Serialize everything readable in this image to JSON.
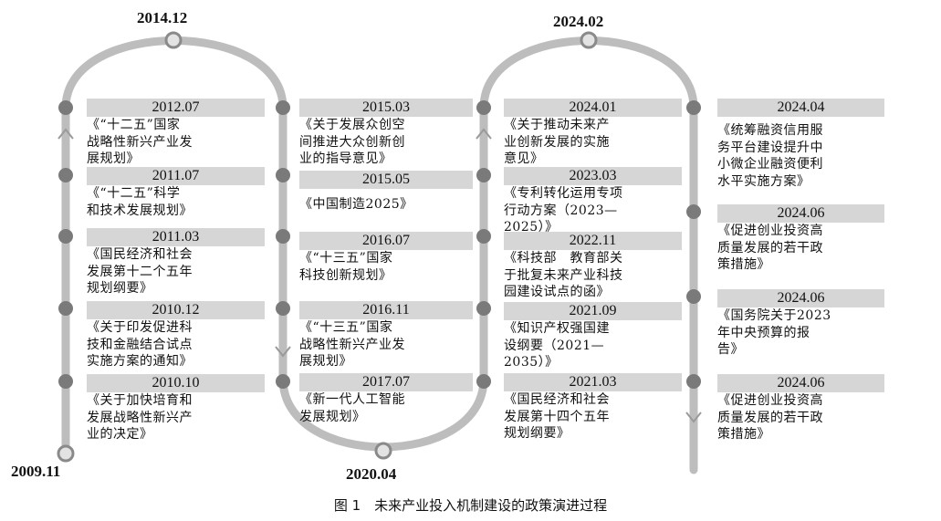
{
  "milestones": {
    "start": "2009.11",
    "top_left": "2014.12",
    "bottom_mid": "2020.04",
    "top_right": "2024.02"
  },
  "columns": [
    {
      "items": [
        {
          "date": "2012.07",
          "title": "《“十二五”国家\n战略性新兴产业发\n展规划》"
        },
        {
          "date": "2011.07",
          "title": "《“十二五”科学\n和技术发展规划》"
        },
        {
          "date": "2011.03",
          "title": "《国民经济和社会\n发展第十二个五年\n规划纲要》"
        },
        {
          "date": "2010.12",
          "title": "《关于印发促进科\n技和金融结合试点\n实施方案的通知》"
        },
        {
          "date": "2010.10",
          "title": "《关于加快培育和\n发展战略性新兴产\n业的决定》"
        }
      ]
    },
    {
      "items": [
        {
          "date": "2015.03",
          "title": "《关于发展众创空\n间推进大众创新创\n业的指导意见》"
        },
        {
          "date": "2015.05",
          "title": "《中国制造2025》"
        },
        {
          "date": "2016.07",
          "title": "《“十三五”国家\n科技创新规划》"
        },
        {
          "date": "2016.11",
          "title": "《“十三五”国家\n战略性新兴产业发\n展规划》"
        },
        {
          "date": "2017.07",
          "title": "《新一代人工智能\n发展规划》"
        }
      ]
    },
    {
      "items": [
        {
          "date": "2024.01",
          "title": "《关于推动未来产\n业创新发展的实施\n意见》"
        },
        {
          "date": "2023.03",
          "title": "《专利转化运用专项\n行动方案（2023—\n2025）》"
        },
        {
          "date": "2022.11",
          "title": "《科技部　教育部关\n于批复未来产业科技\n园建设试点的函》"
        },
        {
          "date": "2021.09",
          "title": "《知识产权强国建\n设纲要（2021—\n2035）》"
        },
        {
          "date": "2021.03",
          "title": "《国民经济和社会\n发展第十四个五年\n规划纲要》"
        }
      ]
    },
    {
      "items": [
        {
          "date": "2024.04",
          "title": "《统筹融资信用服\n务平台建设提升中\n小微企业融资便利\n水平实施方案》"
        },
        {
          "date": "2024.06",
          "title": "《促进创业投资高\n质量发展的若干政\n策措施》"
        },
        {
          "date": "2024.06",
          "title": "《国务院关于2023\n年中央预算的报\n告》"
        },
        {
          "date": "2024.06",
          "title": "《促进创业投资高\n质量发展的若干政\n策措施》"
        }
      ]
    }
  ],
  "caption": "图 1　未来产业投入机制建设的政策演进过程",
  "colors": {
    "track": "#bdbdbd",
    "dot": "#7a7a7a",
    "date_box": "#d6d6d6"
  }
}
